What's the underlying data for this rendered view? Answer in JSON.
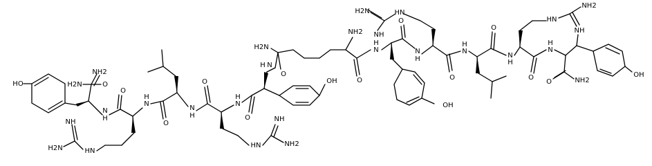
{
  "atom_labels": {
    "nh2": "NH2",
    "h2n": "H2N",
    "nh": "NH",
    "hn": "HN",
    "n": "N",
    "h": "H",
    "o": "O",
    "ho": "HO",
    "oh": "OH",
    "h2": "H2"
  },
  "colors": {
    "bond": "#000000",
    "background": "#ffffff"
  }
}
